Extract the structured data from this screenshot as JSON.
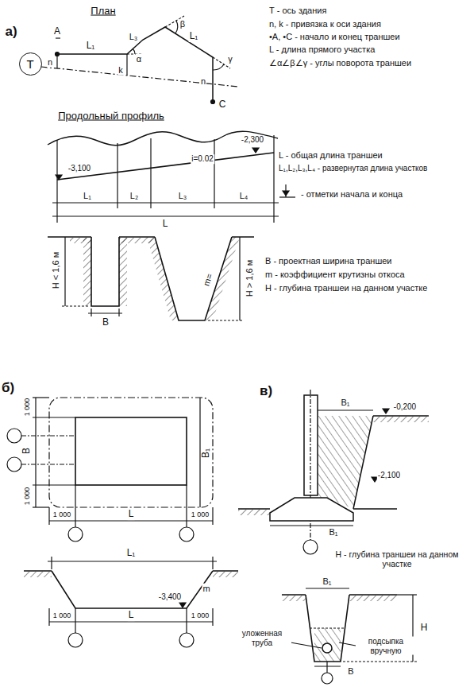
{
  "diagram": {
    "nodes": [
      {
        "text": [
          "Т"
        ]
      }
    ],
    "labels": [
      "а)",
      "План",
      "А",
      "n",
      "L₁",
      "k",
      "L₃",
      "α",
      "β",
      "L₁",
      "γ",
      "n",
      "С",
      "Т - ось здания",
      "n, k - привязка к оси здания",
      "•А, •С - начало и конец траншеи",
      "L - длина прямого участка",
      "∠α∠β∠γ - углы поворота траншеи",
      "Продольный профиль",
      "-3,100",
      "i=0.02",
      "-2,300",
      "L₁",
      "L₂",
      "L₃",
      "L₄",
      "L",
      "L - общая длина траншеи",
      "L₁,L₂,L₃,L₄ - развернутая длина участков",
      "- отметки начала и конца",
      "H < 1,6 м",
      "B",
      "m=",
      "H > 1,6 м",
      "B - проектная ширина траншеи",
      "m - коэффициент крутизны откоса",
      "H - глубина траншеи на данном участке",
      "б)",
      "1 000",
      "B",
      "1 000",
      "B₁",
      "1 000",
      "L",
      "1 000",
      "L₁",
      "-3,400",
      "m",
      "1 000",
      "L",
      "1 000",
      "в)",
      "B₁",
      "-0,200",
      "-2,100",
      "B₁",
      "H - глубина траншеи на данном участке",
      "B₁",
      "H",
      "уложенная труба",
      "подсыпка вручную",
      "B"
    ]
  }
}
